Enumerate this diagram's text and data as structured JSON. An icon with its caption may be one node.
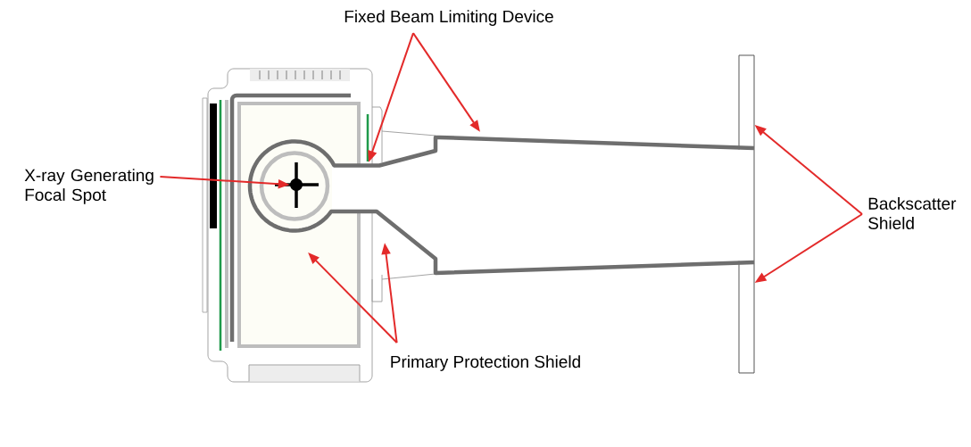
{
  "diagram": {
    "nodes": [
      {
        "text": [
          "Fixed Beam Limiting Device"
        ]
      },
      {
        "text": [
          "X-ray Generating Focal Spot"
        ]
      },
      {
        "text": [],
        "shape": "circle"
      },
      {
        "text": [],
        "shape": "bar"
      },
      {
        "text": [
          "Backscatter Shield"
        ]
      },
      {
        "text": [
          "Primary Protection Shield"
        ]
      }
    ],
    "edges": [
      {
        "from": 0,
        "to": null,
        "arrow": "to"
      },
      {
        "from": 0,
        "to": null,
        "arrow": "to"
      },
      {
        "from": 1,
        "to": 2,
        "arrow": "to"
      },
      {
        "from": 4,
        "to": 3,
        "arrow": "to"
      },
      {
        "from": 4,
        "to": 3,
        "arrow": "to"
      },
      {
        "from": 5,
        "to": null,
        "arrow": "to"
      },
      {
        "from": 5,
        "to": null,
        "arrow": "to"
      }
    ]
  }
}
